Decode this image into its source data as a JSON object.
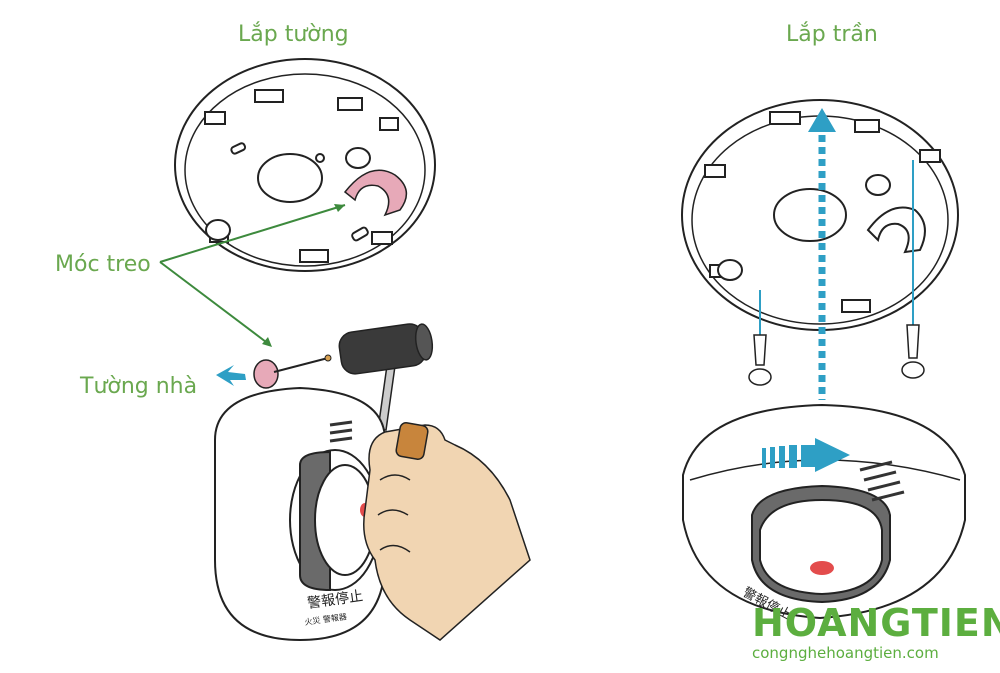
{
  "titles": {
    "wall_mount": "Lắp tường",
    "ceiling_mount": "Lắp trần"
  },
  "callouts": {
    "hook": "Móc treo",
    "wall": "Tường nhà"
  },
  "detector_text": {
    "main": "警報停止",
    "sub": "火災 警報器"
  },
  "brand": {
    "name": "HOANGTIEN",
    "url": "congnghehoangtien.com"
  },
  "colors": {
    "label_green": "#6aa84f",
    "arrow_blue": "#2e9fc5",
    "hook_pink": "#e7a9b8",
    "skin": "#f1d5b2",
    "brand_green": "#5cae3f"
  }
}
